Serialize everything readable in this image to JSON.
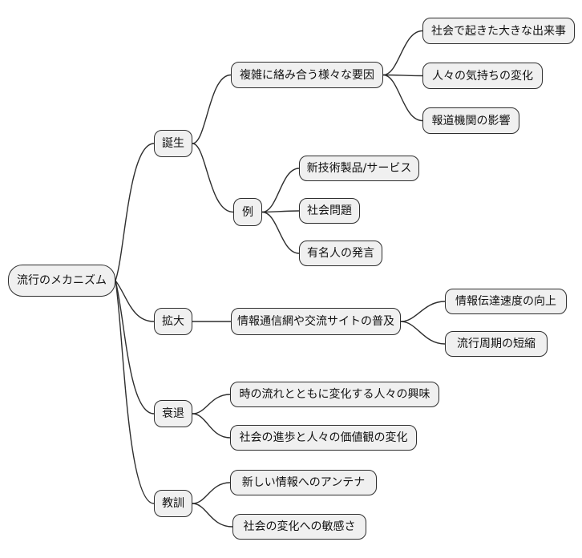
{
  "diagram": {
    "type": "mindmap",
    "colors": {
      "node_fill": "#f0f0f0",
      "node_border": "#2e2e2e",
      "connector": "#2e2e2e",
      "text": "#111111",
      "background": "#ffffff"
    },
    "root": {
      "label": "流行のメカニズム"
    },
    "branches": [
      {
        "label": "誕生",
        "children": [
          {
            "label": "複雑に絡み合う様々な要因",
            "children": [
              {
                "label": "社会で起きた大きな出来事"
              },
              {
                "label": "人々の気持ちの変化"
              },
              {
                "label": "報道機関の影響"
              }
            ]
          },
          {
            "label": "例",
            "children": [
              {
                "label": "新技術製品/サービス"
              },
              {
                "label": "社会問題"
              },
              {
                "label": "有名人の発言"
              }
            ]
          }
        ]
      },
      {
        "label": "拡大",
        "children": [
          {
            "label": "情報通信網や交流サイトの普及",
            "children": [
              {
                "label": "情報伝達速度の向上"
              },
              {
                "label": "流行周期の短縮"
              }
            ]
          }
        ]
      },
      {
        "label": "衰退",
        "children": [
          {
            "label": "時の流れとともに変化する人々の興味"
          },
          {
            "label": "社会の進歩と人々の価値観の変化"
          }
        ]
      },
      {
        "label": "教訓",
        "children": [
          {
            "label": "新しい情報へのアンテナ"
          },
          {
            "label": "社会の変化への敏感さ"
          }
        ]
      }
    ]
  }
}
